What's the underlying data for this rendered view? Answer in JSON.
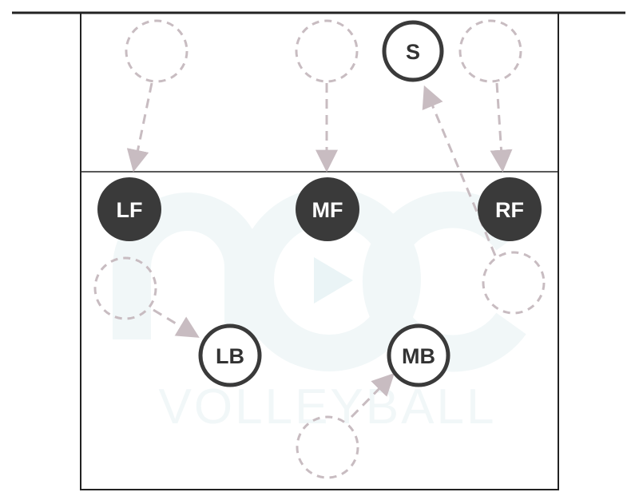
{
  "colors": {
    "line": "#222222",
    "dark_fill": "#3a3a3a",
    "player_text_light": "#ffffff",
    "player_text_dark": "#333333",
    "ghost": "#c8bcc1",
    "watermark": "#f1f7f8"
  },
  "watermark": {
    "text": "VOLLEYBALL"
  },
  "players": {
    "s": {
      "label": "S",
      "style": "outline"
    },
    "lf": {
      "label": "LF",
      "style": "filled"
    },
    "mf": {
      "label": "MF",
      "style": "filled"
    },
    "rf": {
      "label": "RF",
      "style": "filled"
    },
    "lb": {
      "label": "LB",
      "style": "outline"
    },
    "mb": {
      "label": "MB",
      "style": "outline"
    }
  }
}
